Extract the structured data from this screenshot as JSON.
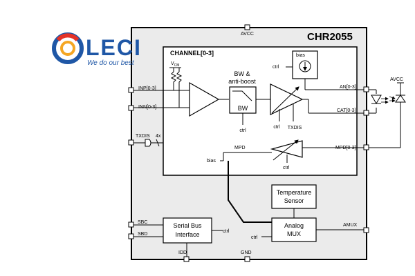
{
  "logo": {
    "name": "LECI",
    "tagline": "We do our best",
    "colors": {
      "blue": "#1f57a6",
      "red": "#e53227",
      "orange": "#f5a623"
    }
  },
  "chip": {
    "part_number": "CHR2055",
    "channel_label": "CHANNEL[0-3]"
  },
  "pins": {
    "avcc_top": "AVCC",
    "inp": "INP[0-3]",
    "inn": "INN[0-3]",
    "txdis": "TXDIS",
    "bus_width": "4x",
    "sbc": "SBC",
    "sbd": "SBD",
    "idd": "IDD",
    "gnd": "GND",
    "an": "AN[0-3]",
    "cat": "CAT[0-3]",
    "mpd": "MPD[0-3]",
    "amux": "AMUX",
    "avcc_ext": "AVCC"
  },
  "blocks": {
    "bw_title_line1": "BW &",
    "bw_title_line2": "anti-boost",
    "bw_box": "BW",
    "bias": "bias",
    "temp_line1": "Temperature",
    "temp_line2": "Sensor",
    "mux_line1": "Analog",
    "mux_line2": "MUX",
    "serial_line1": "Serial Bus",
    "serial_line2": "Interface"
  },
  "signals": {
    "vcm": "V",
    "vcm_sub": "CM",
    "ctrl": "ctrl",
    "txdis_inner": "TXDIS",
    "mpd_inner": "MPD",
    "bias_inner": "bias"
  }
}
